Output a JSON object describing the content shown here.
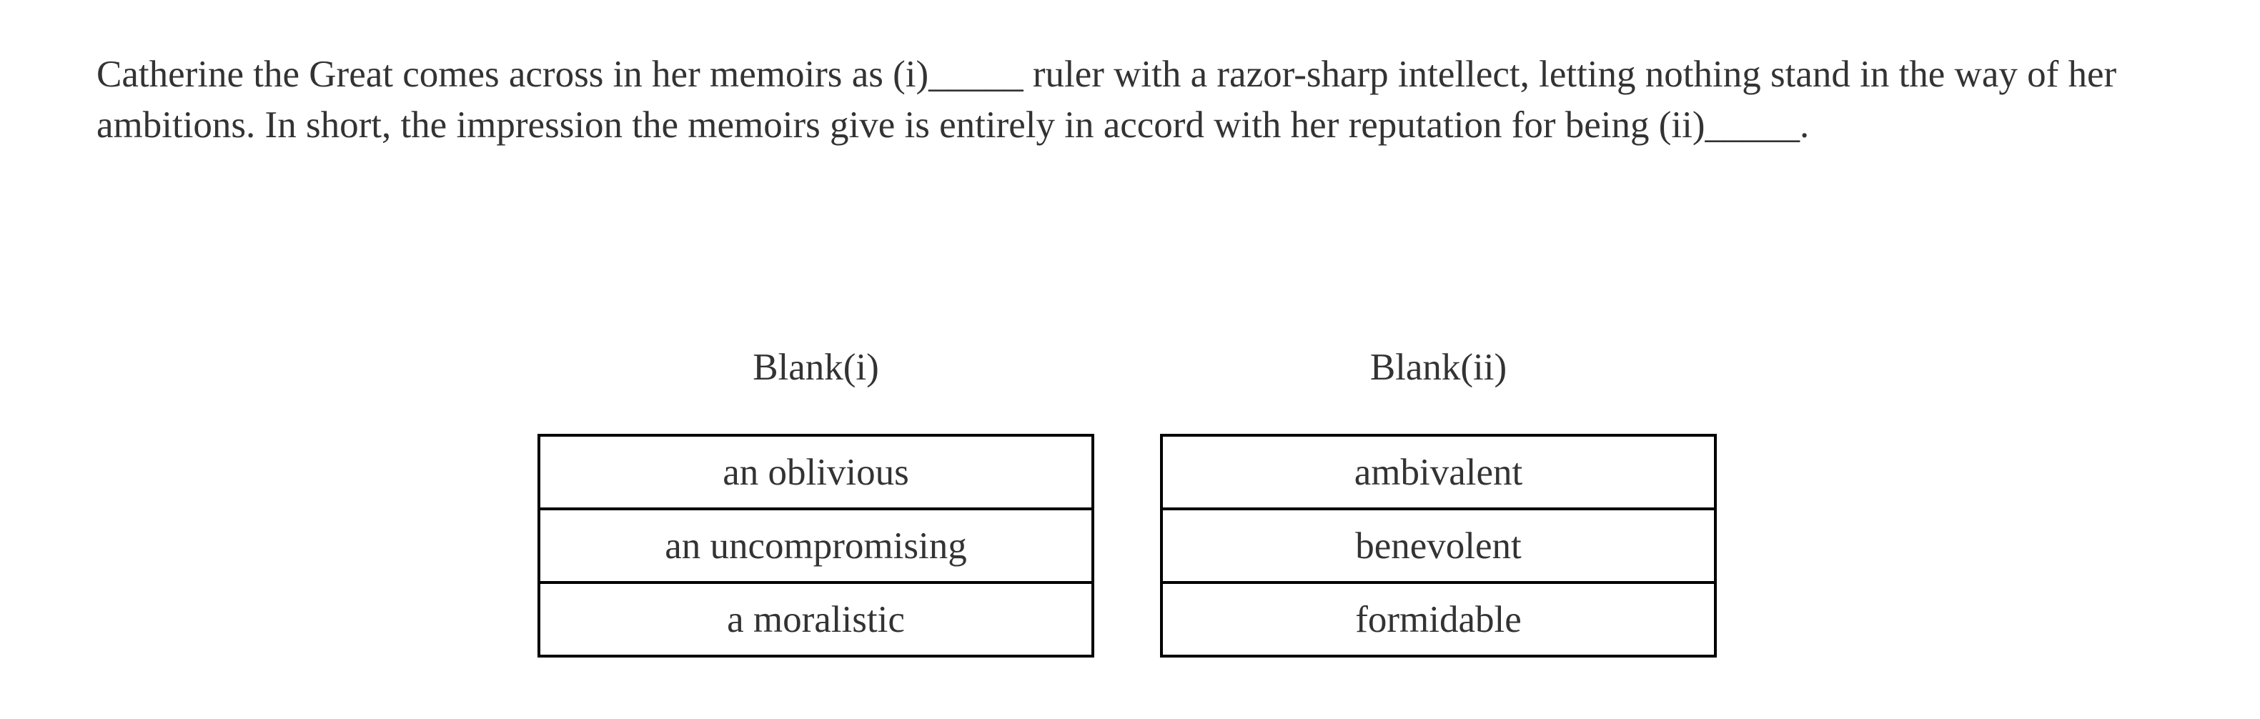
{
  "page": {
    "background": "#ffffff"
  },
  "colors": {
    "text": "#333333",
    "table_border": "#000000"
  },
  "question": {
    "passage": "Catherine the Great comes across in her memoirs as (i)_____ ruler with a razor-sharp intellect, letting nothing stand in the way of her ambitions. In short, the impression the memoirs give is entirely in accord with her reputation for being (ii)_____.",
    "blanks": [
      {
        "label": "Blank(i)",
        "options": [
          "an oblivious",
          "an uncompromising",
          "a moralistic"
        ]
      },
      {
        "label": "Blank(ii)",
        "options": [
          "ambivalent",
          "benevolent",
          "formidable"
        ]
      }
    ]
  }
}
